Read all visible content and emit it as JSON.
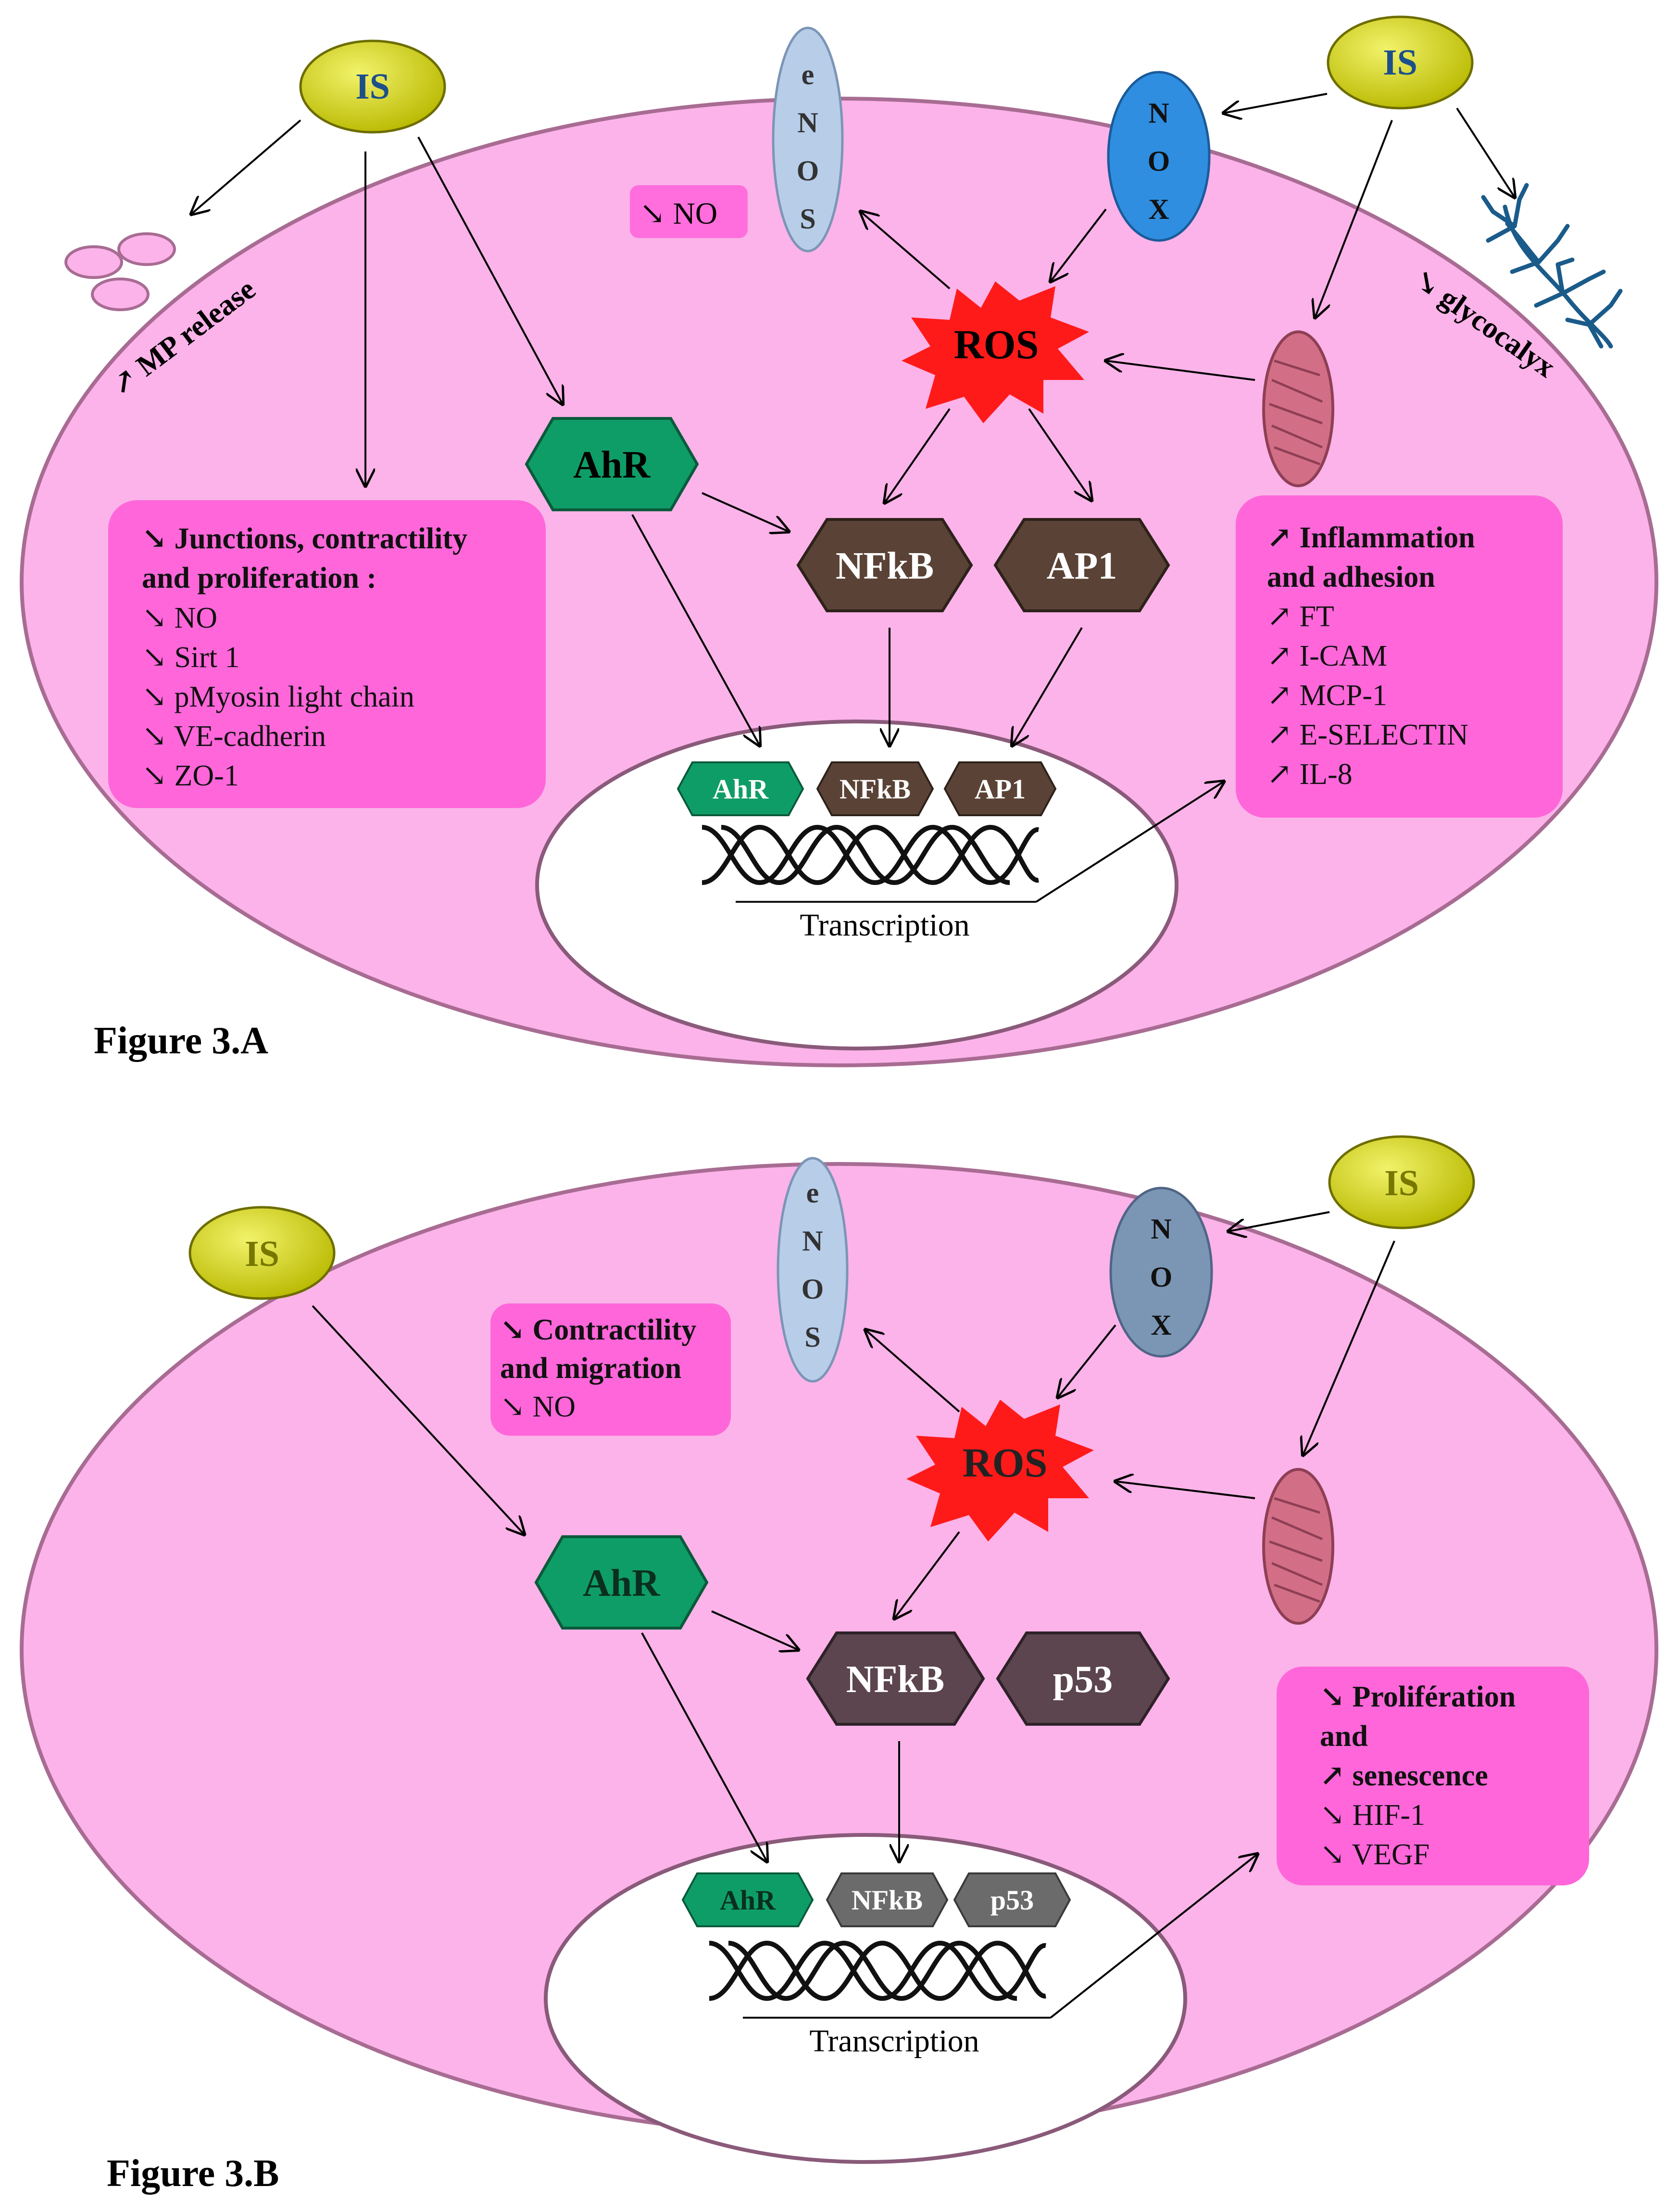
{
  "colors": {
    "cell_fill": "#fbb3e9",
    "cell_stroke": "#a86c93",
    "box_fill": "#ff66da",
    "ahr": "#0f9d67",
    "nfkb_a": "#5a4336",
    "ap1": "#5a4336",
    "nfkb_b": "#5c454e",
    "p53": "#5c454e",
    "is_fill": "#cccc00",
    "nox_a": "#2f8ee0",
    "nox_b": "#7b96b5",
    "enos": "#b7cde8",
    "ros": "#ff1a1a",
    "mito": "#d26f86",
    "glyco": "#1a5b8a"
  },
  "icons": [
    "microparticles-icon",
    "glycocalyx-icon",
    "mitochondrion-icon",
    "ros-burst-icon",
    "dna-helix-icon"
  ],
  "panel_a": {
    "caption": "Figure 3.A",
    "is_left": "IS",
    "is_right": "IS",
    "nox": [
      "N",
      "O",
      "X"
    ],
    "enos": [
      "e",
      "N",
      "O",
      "S"
    ],
    "no_label": "↘ NO",
    "ros": "ROS",
    "ahr": "AhR",
    "nfkb": "NFkB",
    "ap1": "AP1",
    "mp_release": "↗ MP release",
    "glycocalyx": "↘ glycocalyx",
    "left_box": {
      "title": [
        "↘ Junctions, contractility",
        "and proliferation :"
      ],
      "items": [
        "↘ NO",
        "↘ Sirt 1",
        "↘ pMyosin light chain",
        "↘ VE-cadherin",
        "↘ ZO-1"
      ]
    },
    "right_box": {
      "title": [
        "↗ Inflammation",
        "and adhesion"
      ],
      "items": [
        "↗  FT",
        "↗ I-CAM",
        "↗ MCP-1",
        "↗ E-SELECTIN",
        "↗ IL-8"
      ]
    },
    "nucleus": {
      "ahr": "AhR",
      "nfkb": "NFkB",
      "ap1": "AP1",
      "transcription": "Transcription"
    }
  },
  "panel_b": {
    "caption": "Figure 3.B",
    "is_left": "IS",
    "is_right": "IS",
    "nox": [
      "N",
      "O",
      "X"
    ],
    "enos": [
      "e",
      "N",
      "O",
      "S"
    ],
    "ros": "ROS",
    "ahr": "AhR",
    "nfkb": "NFkB",
    "p53": "p53",
    "left_box": {
      "title": [
        "↘ Contractility",
        "and migration"
      ],
      "items": [
        "↘ NO"
      ]
    },
    "right_box": {
      "title": [
        "↘ Prolifération",
        "and",
        "↗ senescence"
      ],
      "items": [
        "↘ HIF-1",
        "↘ VEGF"
      ]
    },
    "nucleus": {
      "ahr": "AhR",
      "nfkb": "NFkB",
      "p53": "p53",
      "transcription": "Transcription"
    }
  }
}
